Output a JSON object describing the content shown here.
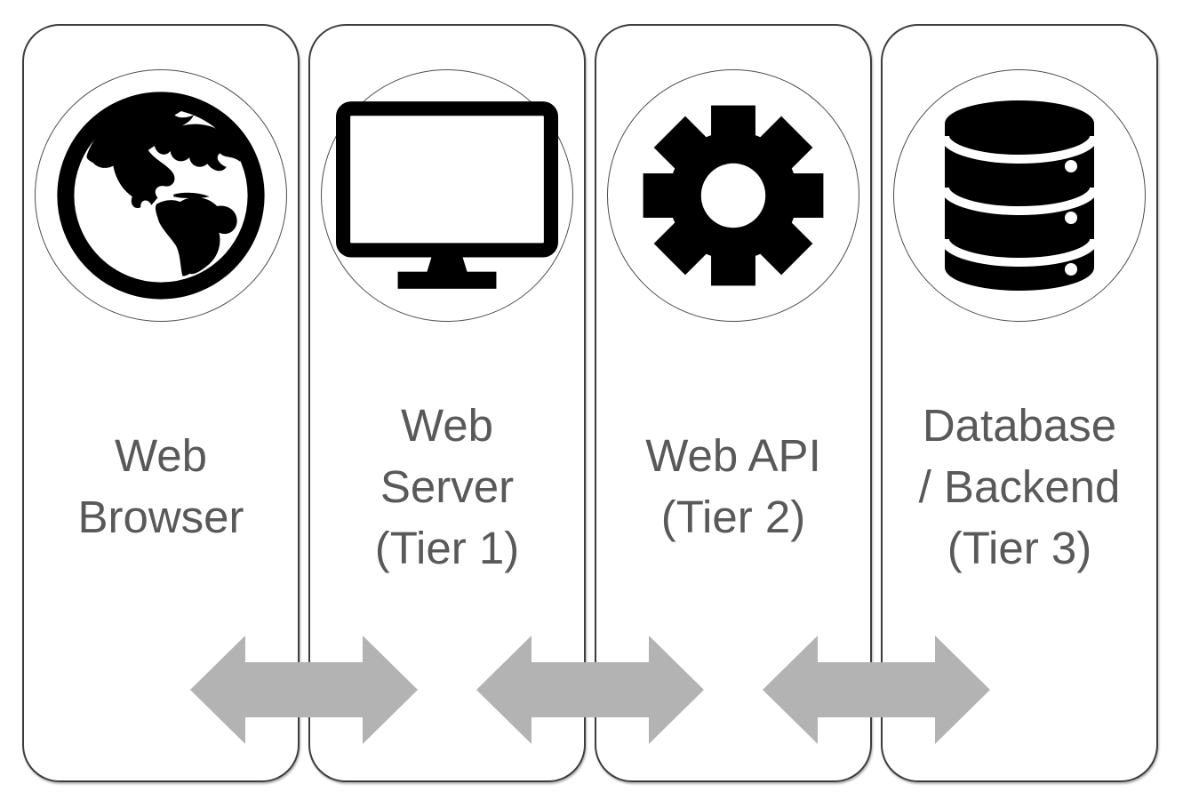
{
  "diagram": {
    "tiers": [
      {
        "id": "web-browser",
        "label": "Web\nBrowser",
        "icon": "globe-icon"
      },
      {
        "id": "web-server",
        "label": "Web\nServer\n(Tier 1)",
        "icon": "monitor-icon"
      },
      {
        "id": "web-api",
        "label": "Web API\n(Tier 2)",
        "icon": "gear-icon"
      },
      {
        "id": "database-backend",
        "label": "Database\n/ Backend\n(Tier 3)",
        "icon": "database-icon"
      }
    ],
    "connectors": [
      {
        "type": "double-headed-arrow",
        "between": [
          "Web Browser",
          "Web Server (Tier 1)"
        ]
      },
      {
        "type": "double-headed-arrow",
        "between": [
          "Web Server (Tier 1)",
          "Web API (Tier 2)"
        ]
      },
      {
        "type": "double-headed-arrow",
        "between": [
          "Web API (Tier 2)",
          "Database / Backend (Tier 3)"
        ]
      }
    ],
    "colors": {
      "text": "#595959",
      "arrow": "#b3b3b3",
      "card_border": "#3d3d3d",
      "circle_border": "#4d4d4d",
      "icon": "#000000",
      "background": "#ffffff"
    }
  }
}
